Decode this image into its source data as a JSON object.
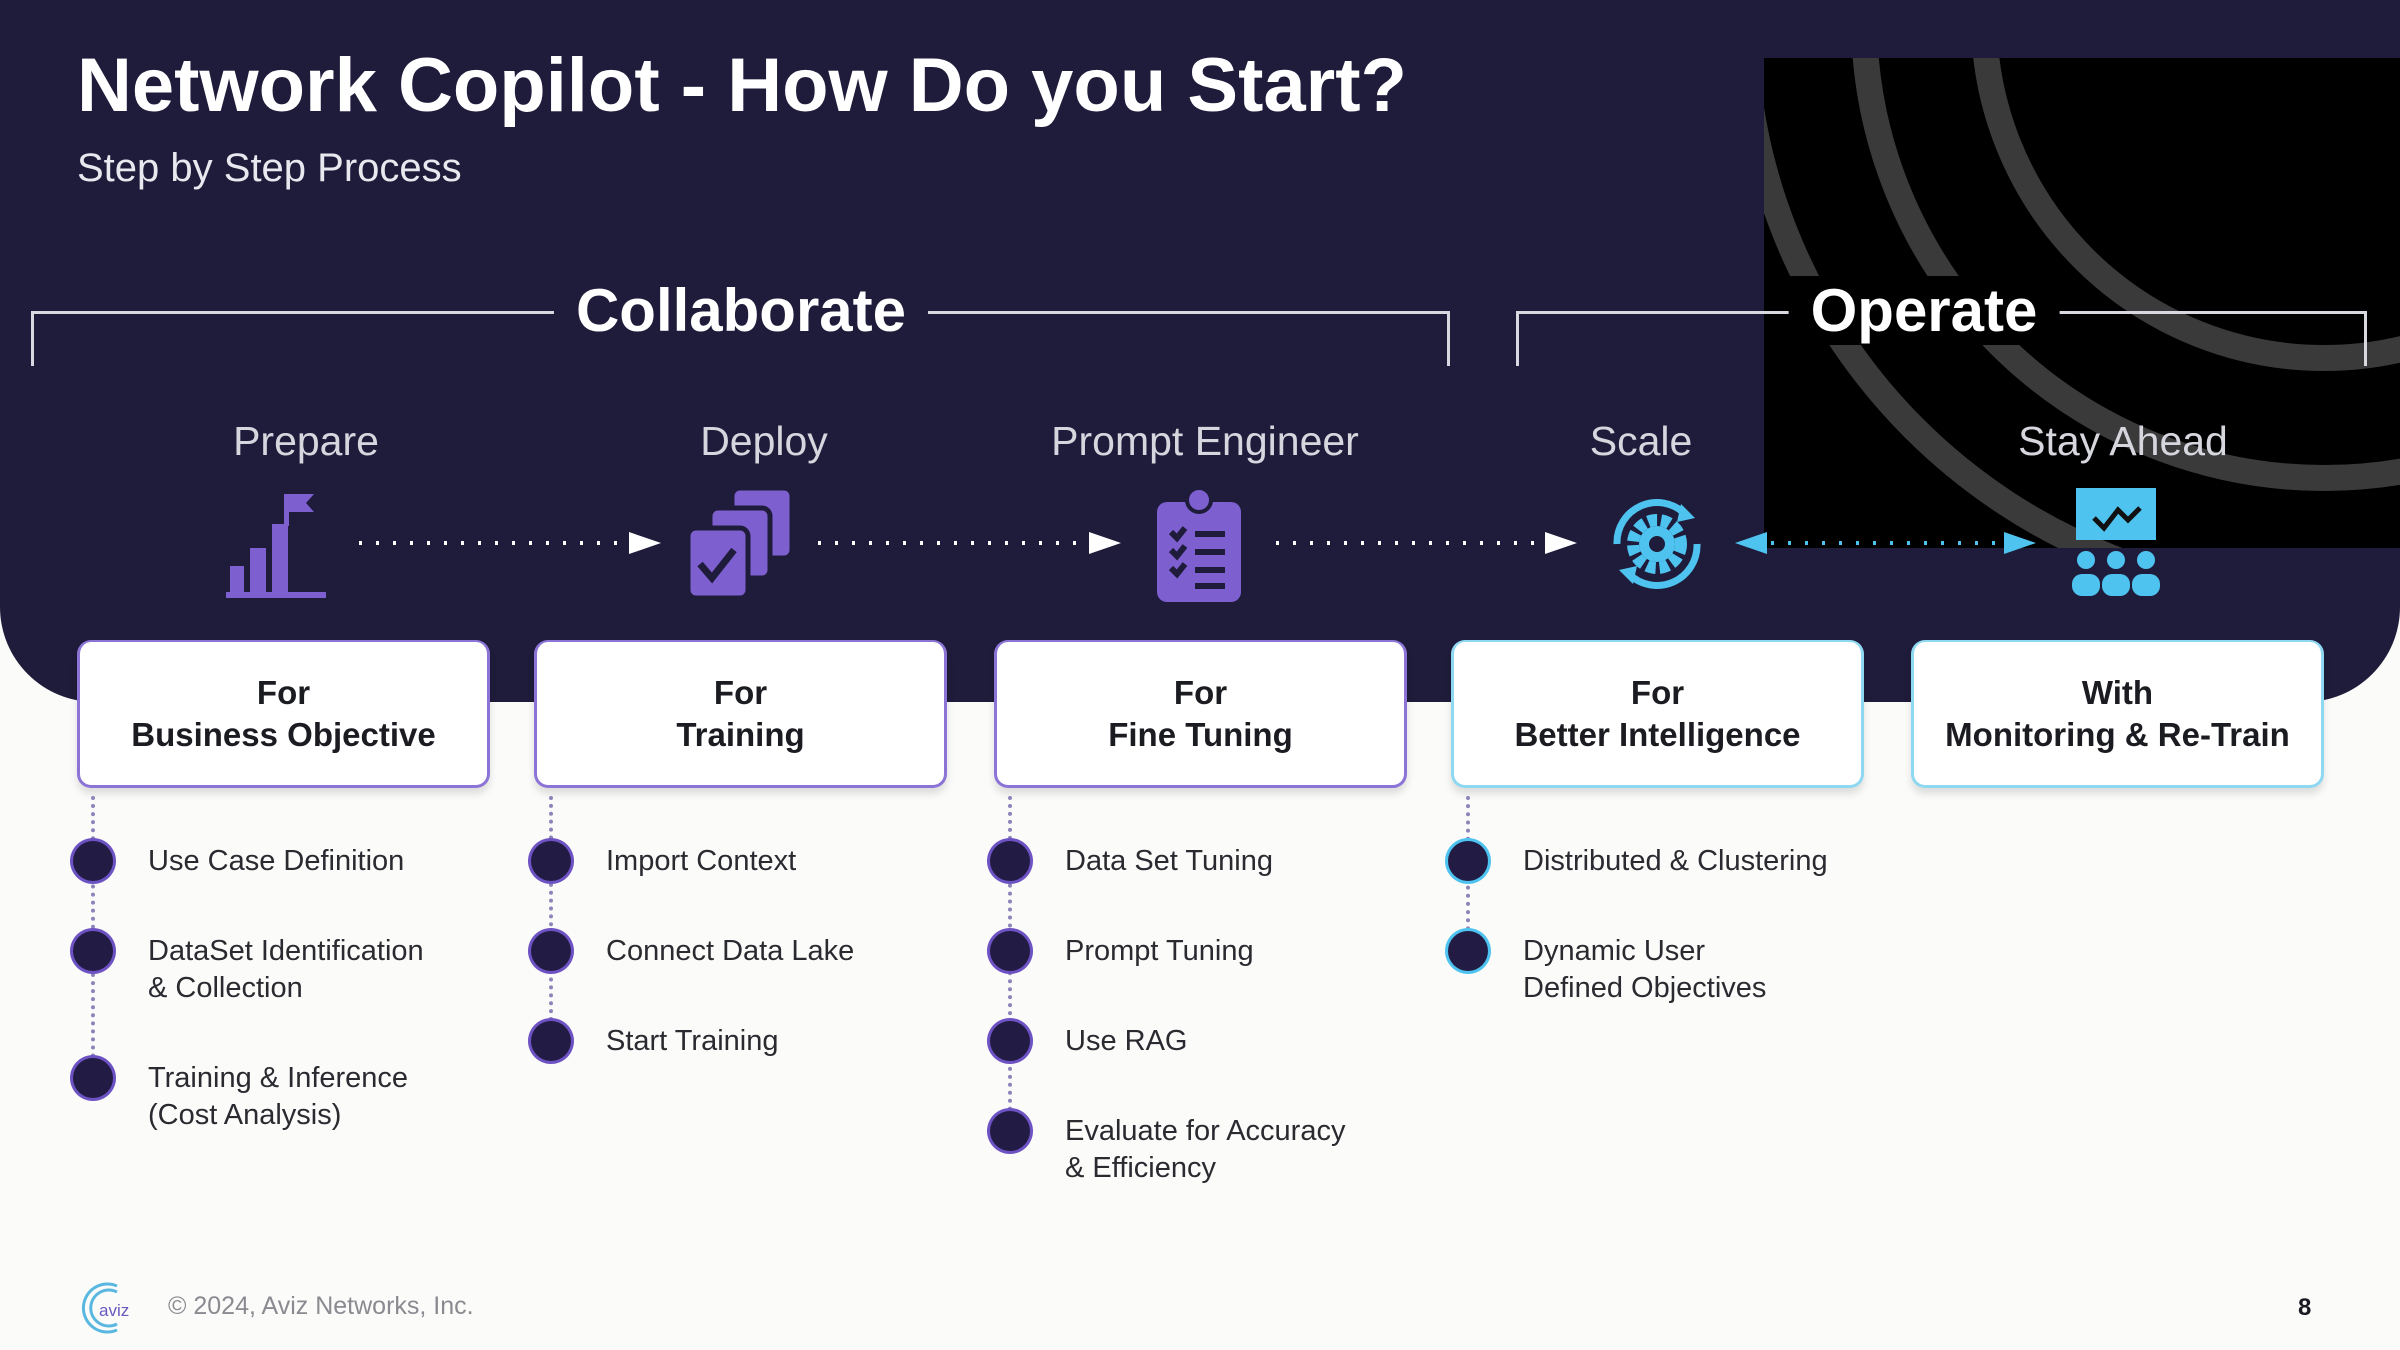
{
  "header": {
    "title": "Network Copilot - How Do you Start?",
    "subtitle": "Step by Step Process"
  },
  "phases": {
    "collaborate": "Collaborate",
    "operate": "Operate"
  },
  "stages": [
    {
      "label": "Prepare",
      "icon": "flag-chart-icon",
      "box_line1": "For",
      "box_line2": "Business Objective",
      "items": [
        "Use Case Definition",
        "DataSet Identification\n& Collection",
        "Training & Inference\n(Cost Analysis)"
      ]
    },
    {
      "label": "Deploy",
      "icon": "stacked-check-cards-icon",
      "box_line1": "For",
      "box_line2": "Training",
      "items": [
        "Import Context",
        "Connect Data Lake",
        "Start Training"
      ]
    },
    {
      "label": "Prompt Engineer",
      "icon": "clipboard-checklist-icon",
      "box_line1": "For",
      "box_line2": "Fine Tuning",
      "items": [
        "Data Set Tuning",
        "Prompt Tuning",
        "Use RAG",
        "Evaluate for Accuracy\n& Efficiency"
      ]
    },
    {
      "label": "Scale",
      "icon": "gear-cycle-icon",
      "box_line1": "For",
      "box_line2": "Better Intelligence",
      "items": [
        "Distributed & Clustering",
        "Dynamic User\nDefined Objectives"
      ]
    },
    {
      "label": "Stay Ahead",
      "icon": "team-monitoring-icon",
      "box_line1": "With",
      "box_line2": "Monitoring & Re-Train",
      "items": []
    }
  ],
  "colors": {
    "background": "#1f1c3b",
    "purple": "#7d5fcf",
    "cyan": "#4fc3ef"
  },
  "footer": {
    "logo_text": "aviz",
    "copyright": "© 2024, Aviz Networks, Inc.",
    "page_number": "8"
  }
}
